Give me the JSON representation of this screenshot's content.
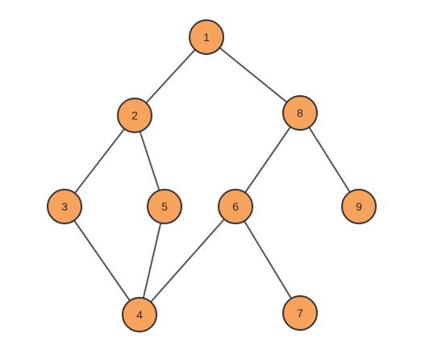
{
  "colors": {
    "node_fill": "#F7A35C",
    "node_stroke": "#333333",
    "edge": "#555555"
  },
  "nodes": [
    {
      "id": "1",
      "label": "1"
    },
    {
      "id": "2",
      "label": "2"
    },
    {
      "id": "3",
      "label": "3"
    },
    {
      "id": "4",
      "label": "4"
    },
    {
      "id": "5",
      "label": "5"
    },
    {
      "id": "6",
      "label": "6"
    },
    {
      "id": "7",
      "label": "7"
    },
    {
      "id": "8",
      "label": "8"
    },
    {
      "id": "9",
      "label": "9"
    }
  ],
  "edges": [
    [
      "1",
      "2"
    ],
    [
      "1",
      "8"
    ],
    [
      "2",
      "3"
    ],
    [
      "2",
      "5"
    ],
    [
      "3",
      "4"
    ],
    [
      "5",
      "4"
    ],
    [
      "6",
      "4"
    ],
    [
      "8",
      "6"
    ],
    [
      "8",
      "9"
    ],
    [
      "6",
      "7"
    ]
  ]
}
